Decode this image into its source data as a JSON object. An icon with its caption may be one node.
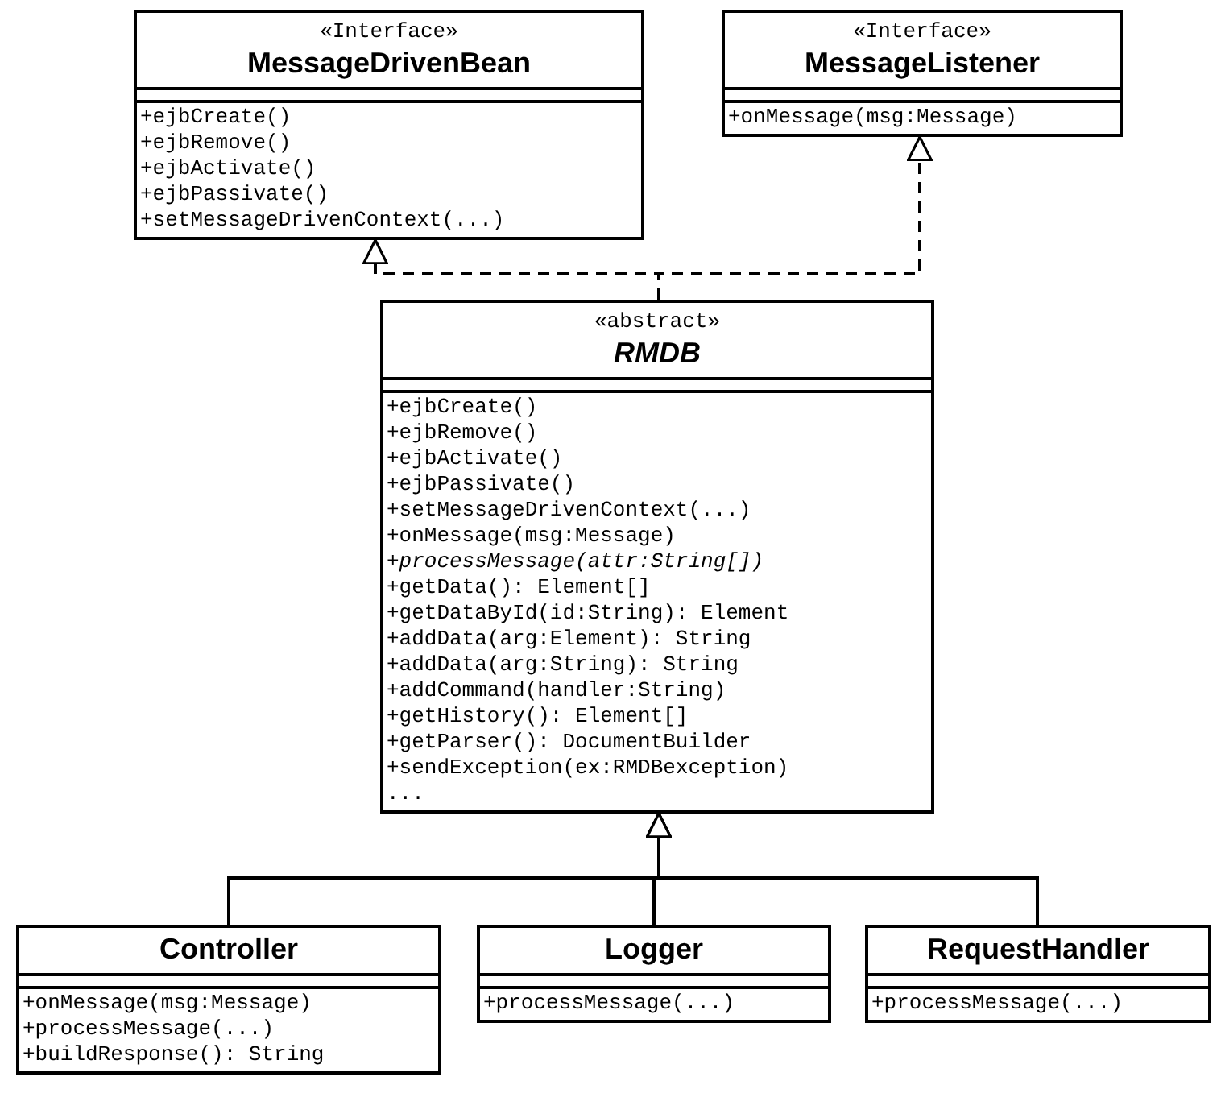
{
  "diagram": {
    "nodes": [
      {
        "text": [
          "«Interface»",
          "MessageDrivenBean",
          "+ejbCreate()",
          "+ejbRemove()",
          "+ejbActivate()",
          "+ejbPassivate()",
          "+setMessageDrivenContext(...)"
        ]
      },
      {
        "text": [
          "«Interface»",
          "MessageListener",
          "+onMessage(msg:Message)"
        ]
      },
      {
        "text": [
          "«abstract»",
          "*RMDB*",
          "+ejbCreate()",
          "+ejbRemove()",
          "+ejbActivate()",
          "+ejbPassivate()",
          "+setMessageDrivenContext(...)",
          "+onMessage(msg:Message)",
          "*+processMessage(attr:String[])*",
          "+getData(): Element[]",
          "+getDataById(id:String): Element",
          "+addData(arg:Element): String",
          "+addData(arg:String): String",
          "+addCommand(handler:String)",
          "+getHistory(): Element[]",
          "+getParser(): DocumentBuilder",
          "+sendException(ex:RMDBexception)",
          "..."
        ]
      },
      {
        "text": [
          "Controller",
          "+onMessage(msg:Message)",
          "+processMessage(...)",
          "+buildResponse(): String"
        ]
      },
      {
        "text": [
          "Logger",
          "+processMessage(...)"
        ]
      },
      {
        "text": [
          "RequestHandler",
          "+processMessage(...)"
        ]
      }
    ],
    "edges": [
      {
        "from": 2,
        "to": 0,
        "arrow": "to",
        "style": "dashed"
      },
      {
        "from": 2,
        "to": 1,
        "arrow": "to",
        "style": "dashed"
      },
      {
        "from": 3,
        "to": 2,
        "arrow": "to"
      },
      {
        "from": 4,
        "to": 2,
        "arrow": "to"
      },
      {
        "from": 5,
        "to": 2,
        "arrow": "to"
      }
    ]
  }
}
